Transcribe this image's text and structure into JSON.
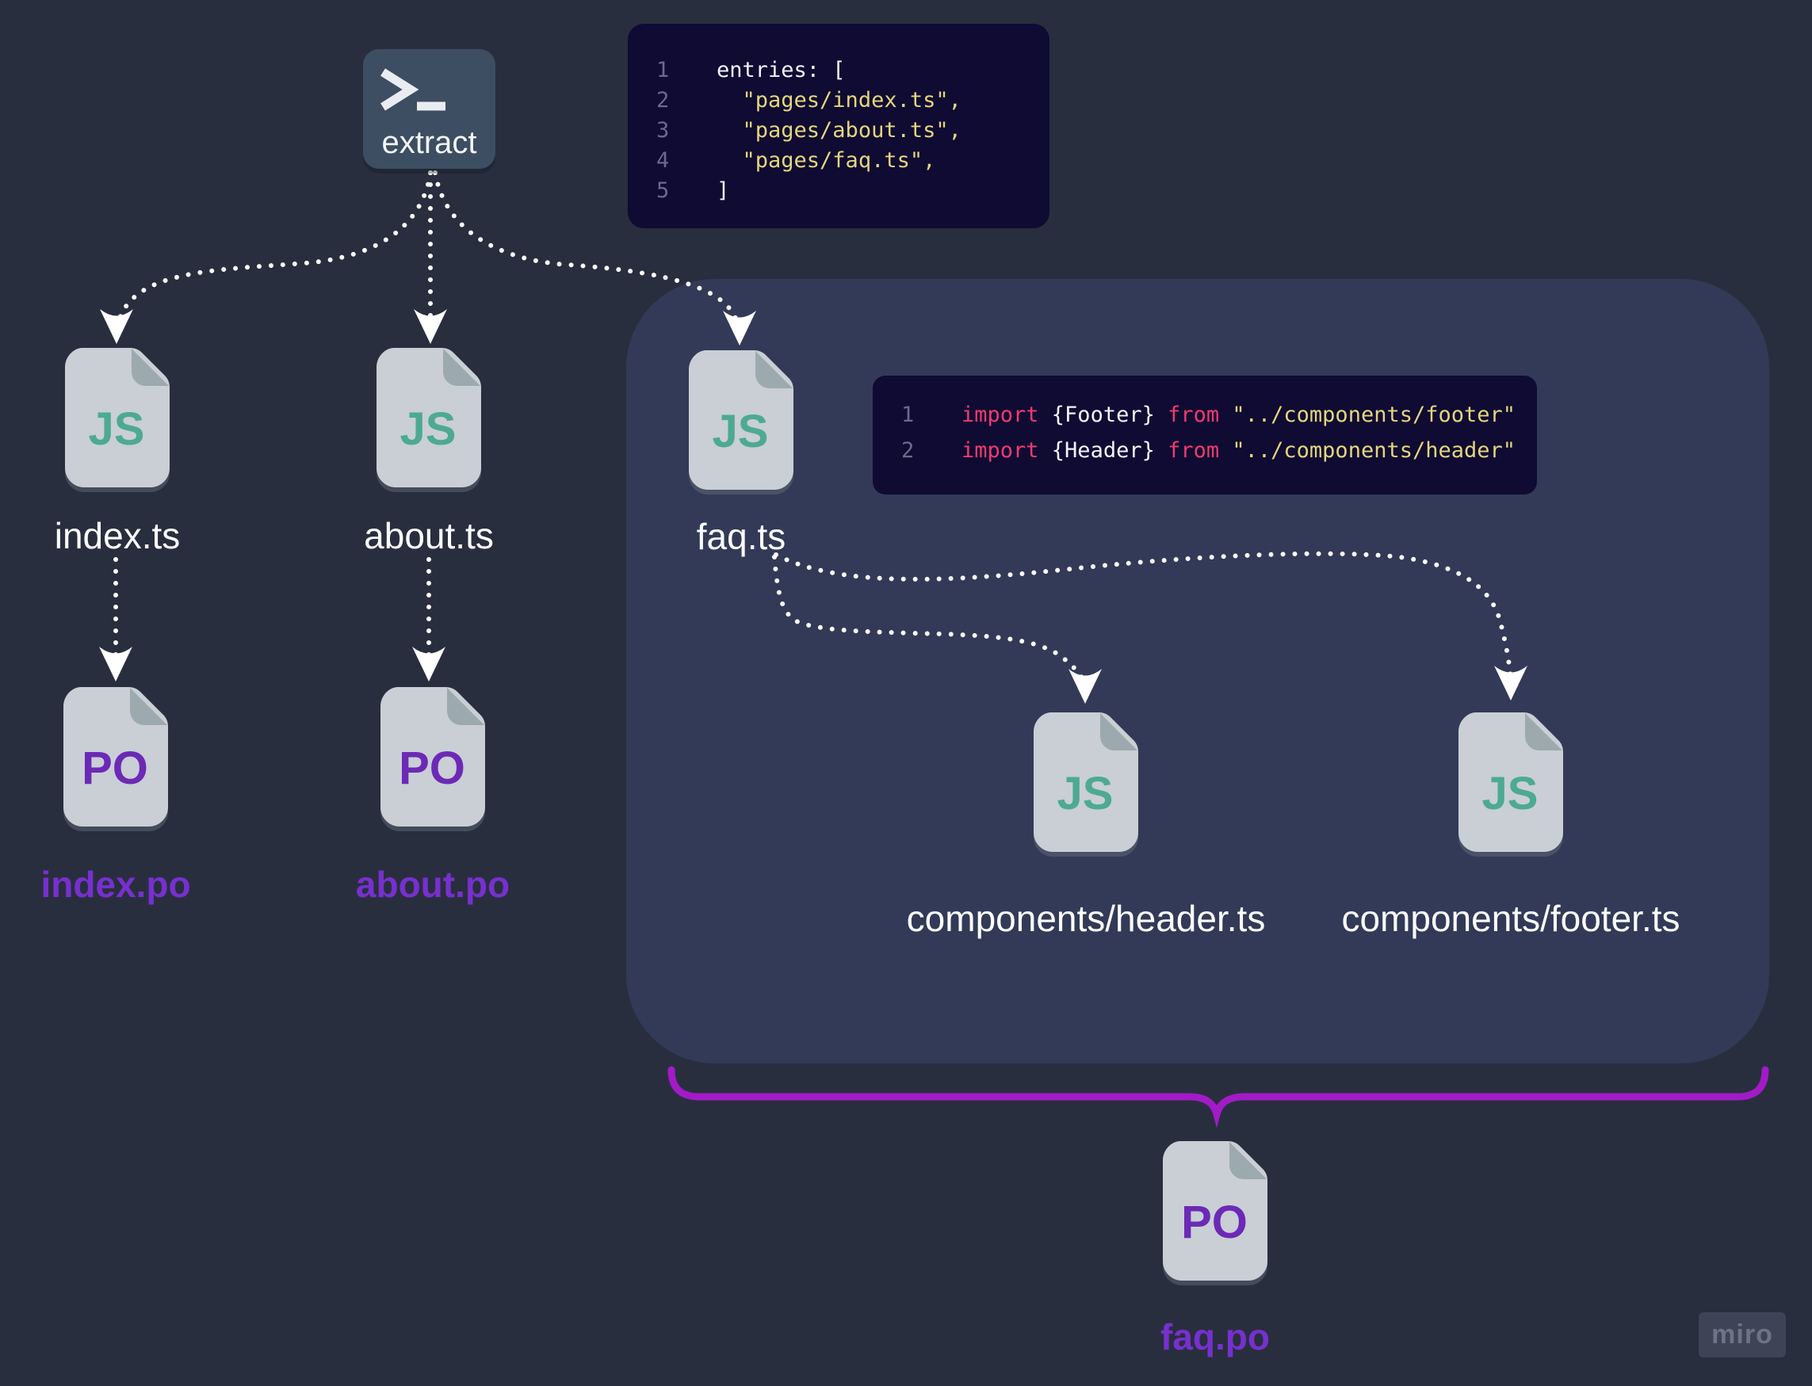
{
  "palette": {
    "background": "#292e3e",
    "group_panel": "#323a57",
    "code_bg": "#0f0b33",
    "line_number": "#6b6a8e",
    "code_text": "#f4f4f8",
    "string_yellow": "#e5d67c",
    "keyword_pink": "#f23a6e",
    "terminal_bg": "#3d4e62",
    "connector_white": "#ffffff",
    "js_teal": "#4daa90",
    "po_purple": "#6c29b6",
    "po_label_purple": "#7730cf",
    "brace_purple": "#a21bc7",
    "doc_body": "#c9cfd4",
    "doc_fold": "#9caaaf",
    "miro_bg": "#3e4356",
    "miro_text": "#6e7386"
  },
  "terminal": {
    "label": "extract"
  },
  "entries_snippet": {
    "lines": [
      {
        "num": "1",
        "segments": [
          {
            "text": "entries: [",
            "color": "code_text"
          }
        ]
      },
      {
        "num": "2",
        "segments": [
          {
            "text": "  ",
            "color": "code_text"
          },
          {
            "text": "\"pages/index.ts\"",
            "color": "string_yellow"
          },
          {
            "text": ",",
            "color": "string_yellow"
          }
        ]
      },
      {
        "num": "3",
        "segments": [
          {
            "text": "  ",
            "color": "code_text"
          },
          {
            "text": "\"pages/about.ts\"",
            "color": "string_yellow"
          },
          {
            "text": ",",
            "color": "string_yellow"
          }
        ]
      },
      {
        "num": "4",
        "segments": [
          {
            "text": "  ",
            "color": "code_text"
          },
          {
            "text": "\"pages/faq.ts\"",
            "color": "string_yellow"
          },
          {
            "text": ",",
            "color": "string_yellow"
          }
        ]
      },
      {
        "num": "5",
        "segments": [
          {
            "text": "]",
            "color": "code_text"
          }
        ]
      }
    ]
  },
  "imports_snippet": {
    "lines": [
      {
        "num": "1",
        "segments": [
          {
            "text": "import ",
            "color": "keyword_pink"
          },
          {
            "text": "{Footer} ",
            "color": "code_text"
          },
          {
            "text": "from ",
            "color": "keyword_pink"
          },
          {
            "text": "\"../components/footer\"",
            "color": "string_yellow"
          }
        ]
      },
      {
        "num": "2",
        "segments": [
          {
            "text": "import ",
            "color": "keyword_pink"
          },
          {
            "text": "{Header} ",
            "color": "code_text"
          },
          {
            "text": "from ",
            "color": "keyword_pink"
          },
          {
            "text": "\"../components/header\"",
            "color": "string_yellow"
          }
        ]
      }
    ]
  },
  "nodes": {
    "index_ts": {
      "badge": "JS",
      "label": "index.ts"
    },
    "about_ts": {
      "badge": "JS",
      "label": "about.ts"
    },
    "faq_ts": {
      "badge": "JS",
      "label": "faq.ts"
    },
    "header_ts": {
      "badge": "JS",
      "label": "components/header.ts"
    },
    "footer_ts": {
      "badge": "JS",
      "label": "components/footer.ts"
    },
    "index_po": {
      "badge": "PO",
      "label": "index.po"
    },
    "about_po": {
      "badge": "PO",
      "label": "about.po"
    },
    "faq_po": {
      "badge": "PO",
      "label": "faq.po"
    }
  },
  "watermark": {
    "label": "miro"
  }
}
